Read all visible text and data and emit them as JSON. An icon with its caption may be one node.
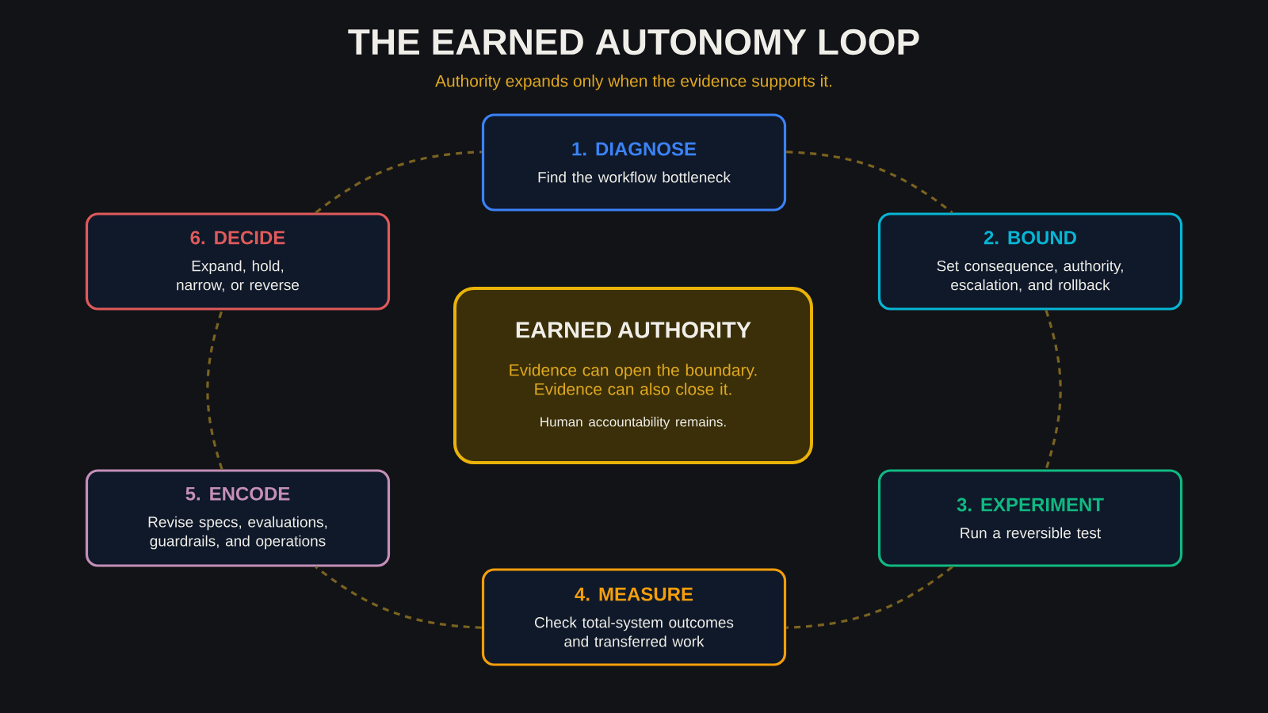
{
  "diagram": {
    "title": "THE EARNED AUTONOMY LOOP",
    "nodes": [
      {
        "text": [
          "1. DIAGNOSE",
          "Find the workflow bottleneck"
        ]
      },
      {
        "text": [
          "2. BOUND",
          "Set consequence, authority, escalation, and rollback"
        ]
      },
      {
        "text": [
          "3. EXPERIMENT",
          "Run a reversible test"
        ]
      },
      {
        "text": [
          "4. MEASURE",
          "Check total-system outcomes and transferred work"
        ]
      },
      {
        "text": [
          "5. ENCODE",
          "Revise specs, evaluations, guardrails, and operations"
        ]
      },
      {
        "text": [
          "6. DECIDE",
          "Expand, hold, narrow, or reverse"
        ]
      },
      {
        "text": [
          "EARNED AUTHORITY",
          "Evidence can open the boundary. Evidence can also close it.",
          "Human accountability remains."
        ]
      }
    ],
    "edges": [
      {
        "from": 0,
        "to": 1,
        "arrow": "none",
        "style": "dashed"
      },
      {
        "from": 1,
        "to": 2,
        "arrow": "none",
        "style": "dashed"
      },
      {
        "from": 2,
        "to": 3,
        "arrow": "none",
        "style": "dashed"
      },
      {
        "from": 3,
        "to": 4,
        "arrow": "none",
        "style": "dashed"
      },
      {
        "from": 4,
        "to": 5,
        "arrow": "none",
        "style": "dashed"
      },
      {
        "from": 5,
        "to": 0,
        "arrow": "none",
        "style": "dashed"
      }
    ],
    "labels": [
      "Authority expands only when the evidence supports it."
    ]
  }
}
